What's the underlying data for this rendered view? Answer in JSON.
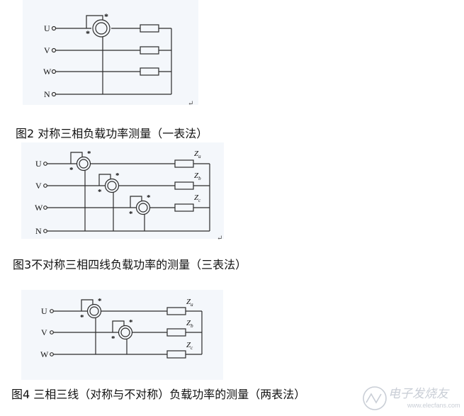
{
  "figures": [
    {
      "caption": "图2 对称三相负载功率测量（一表法）",
      "lines": [
        "U",
        "V",
        "W",
        "N"
      ],
      "loads": [
        "",
        "",
        ""
      ]
    },
    {
      "caption": "图3不对称三相四线负载功率的测量（三表法）",
      "lines": [
        "U",
        "V",
        "W",
        "N"
      ],
      "loads": [
        {
          "z": "Z",
          "sub": "a"
        },
        {
          "z": "Z",
          "sub": "b"
        },
        {
          "z": "Z",
          "sub": "c"
        }
      ]
    },
    {
      "caption": "图4 三相三线（对称与不对称）负载功率的测量（两表法）",
      "lines": [
        "U",
        "V",
        "W"
      ],
      "loads": [
        {
          "z": "Z",
          "sub": "a"
        },
        {
          "z": "Z",
          "sub": "b"
        },
        {
          "z": "Z",
          "sub": "c"
        }
      ]
    }
  ],
  "polarity_mark": "*",
  "return_mark": "↵",
  "watermark": {
    "text": "电子发烧友",
    "url": "www.elecfans.com"
  },
  "colors": {
    "line": "#2b2b2b",
    "panel": "#f4f7fb"
  }
}
